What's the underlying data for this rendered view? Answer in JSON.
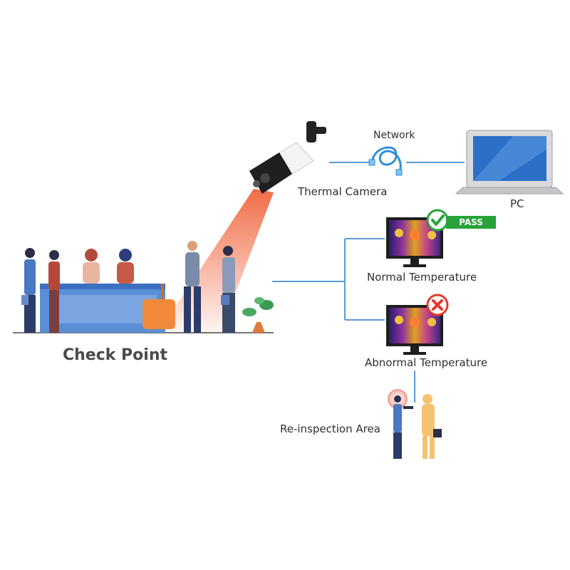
{
  "labels": {
    "network": "Network",
    "thermal_camera": "Thermal Camera",
    "pc": "PC",
    "normal_temperature": "Normal Temperature",
    "abnormal_temperature": "Abnormal Temperature",
    "reinspection_area": "Re-inspection Area",
    "check_point": "Check Point"
  },
  "badges": {
    "pass": "PASS"
  },
  "icons": {
    "pass": "check-icon",
    "fail": "cross-icon"
  },
  "colors": {
    "connector": "#5b9bd5",
    "beam": "#f0643c",
    "pass": "#27a33a",
    "fail": "#e03b2c",
    "counter": "#5a8fd6",
    "cable": "#2f8fd8"
  }
}
